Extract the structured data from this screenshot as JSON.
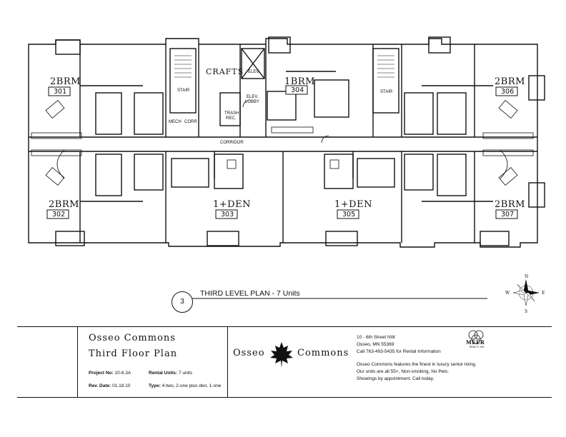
{
  "units": [
    {
      "type": "2BRM",
      "number": "301"
    },
    {
      "type": "2BRM",
      "number": "302"
    },
    {
      "type": "1+DEN",
      "number": "303"
    },
    {
      "type": "1BRM",
      "number": "304"
    },
    {
      "type": "1+DEN",
      "number": "305"
    },
    {
      "type": "2BRM",
      "number": "306"
    },
    {
      "type": "2BRM",
      "number": "307"
    }
  ],
  "rooms": {
    "crafts": "CRAFTS",
    "stair_left": "STAIR",
    "stair_right": "STAIR",
    "mech": "MECH",
    "corr": "CORR",
    "elev": "ELEV.",
    "elev_lobby_1": "ELEV.",
    "elev_lobby_2": "LOBBY",
    "trash_1": "TRASH",
    "trash_2": "REC.",
    "corridor": "CORRIDOR"
  },
  "compass": {
    "n": "N",
    "s": "S",
    "e": "E",
    "w": "W"
  },
  "plan_title": {
    "number": "3",
    "text": "THIRD LEVEL PLAN - 7 Units"
  },
  "title_block": {
    "project_line1": "Osseo Commons",
    "project_line2": "Third Floor Plan",
    "project_no_label": "Project No:",
    "project_no": "10-6.3A",
    "rental_units_label": "Rental Units:",
    "rental_units": "7 units",
    "rev_date_label": "Rev. Date:",
    "rev_date": "01.18.10",
    "type_label": "Type:",
    "type": "4-two, 2-one plus den, 1-one",
    "logo_left": "Osseo",
    "logo_right": "Commons",
    "address1": "10 - 6th Street NW",
    "address2": "Osseo, MN 55369",
    "phone": "Call 763-493-5435 for Rental Information",
    "desc1": "Osseo Commons features the finest in luxury senior living.",
    "desc2": "Our units are all 55+, Non-smoking, No Pets.",
    "desc3": "Showings by appointment.  Call today.",
    "badge": "MEER",
    "badge_sub": "REALTY, INC."
  }
}
